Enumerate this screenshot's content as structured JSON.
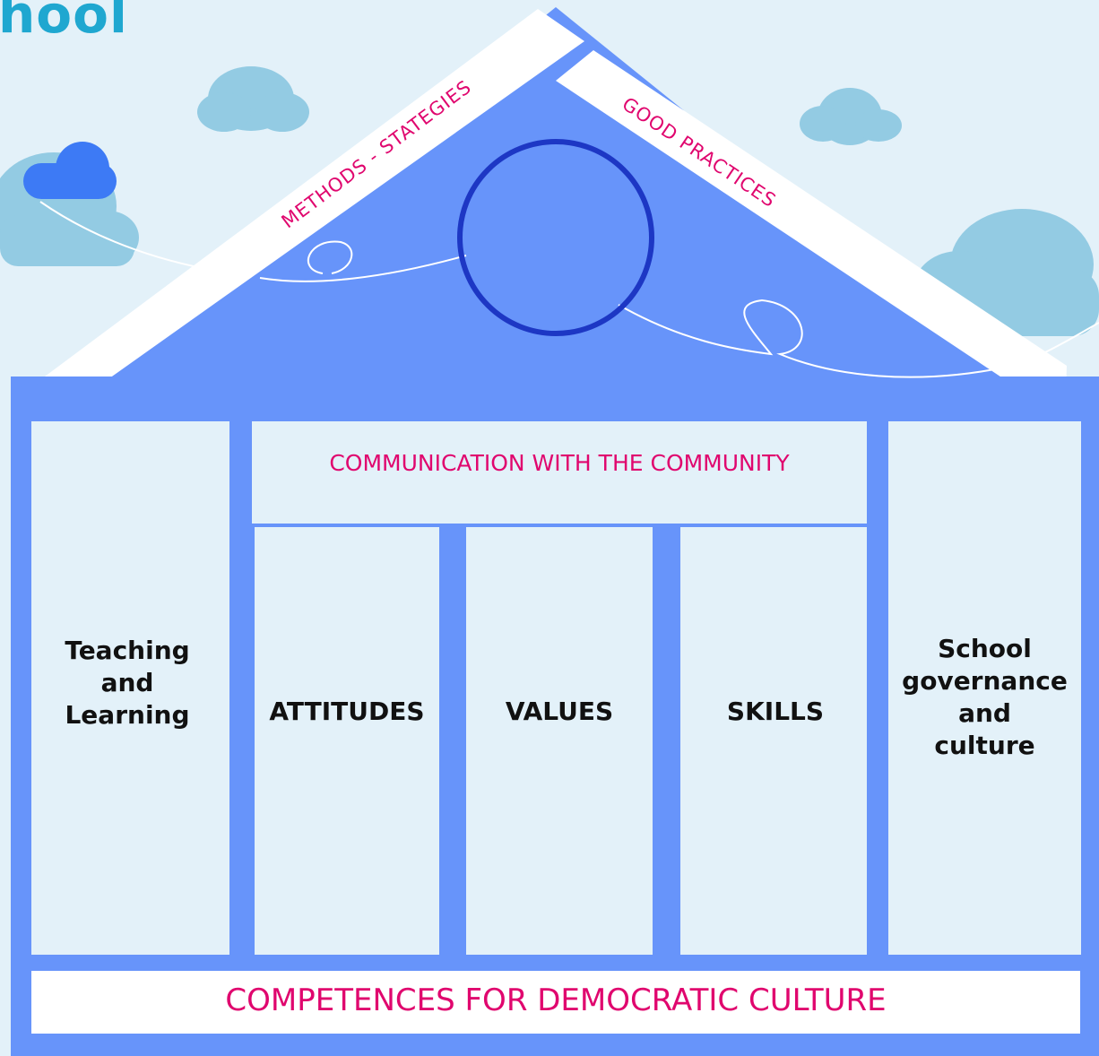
{
  "title": "hool",
  "roof": {
    "left_label": "METHODS - STATEGIES",
    "right_label": "GOOD PRACTICES"
  },
  "band": "COMMUNICATION WITH THE COMMUNITY",
  "left_column": [
    "Teaching",
    "and",
    "Learning"
  ],
  "pillars": [
    "ATTITUDES",
    "VALUES",
    "SKILLS"
  ],
  "right_column": [
    "School",
    "governance",
    "and",
    "culture"
  ],
  "foundation": "COMPETENCES FOR DEMOCRATIC CULTURE",
  "colors": {
    "house_blue": "#6794fa",
    "panel": "#e3f1f9",
    "accent_pink": "#e0066e",
    "circle_stroke": "#1d37c4",
    "cloud": "#93cbe3",
    "cloud_dark": "#3d7af5"
  }
}
